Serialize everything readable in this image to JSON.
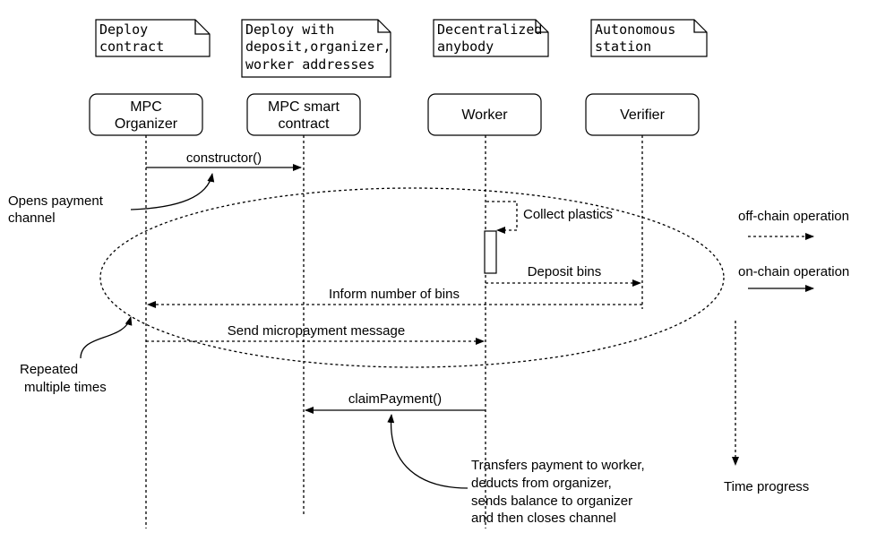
{
  "notes": [
    {
      "lines": [
        "Deploy",
        "contract"
      ]
    },
    {
      "lines": [
        "Deploy with",
        "deposit,organizer,",
        "worker addresses"
      ]
    },
    {
      "lines": [
        "Decentralized",
        "anybody"
      ]
    },
    {
      "lines": [
        "Autonomous",
        "station"
      ]
    }
  ],
  "actors": [
    {
      "lines": [
        "MPC",
        "Organizer"
      ]
    },
    {
      "lines": [
        "MPC smart",
        "contract"
      ]
    },
    {
      "lines": [
        "Worker"
      ]
    },
    {
      "lines": [
        "Verifier"
      ]
    }
  ],
  "messages": {
    "constructor": "constructor()",
    "collect": "Collect plastics",
    "deposit": "Deposit bins",
    "inform": "Inform number of bins",
    "send": "Send micropayment message",
    "claim": "claimPayment()"
  },
  "annotations": {
    "opens": [
      "Opens payment",
      "channel"
    ],
    "repeated": [
      "Repeated",
      "multiple times"
    ],
    "transfers": [
      "Transfers payment to worker,",
      "deducts from organizer,",
      "sends balance to  organizer",
      "and then closes channel"
    ]
  },
  "legend": {
    "offchain": "off-chain operation",
    "onchain": "on-chain operation",
    "time": "Time progress"
  }
}
